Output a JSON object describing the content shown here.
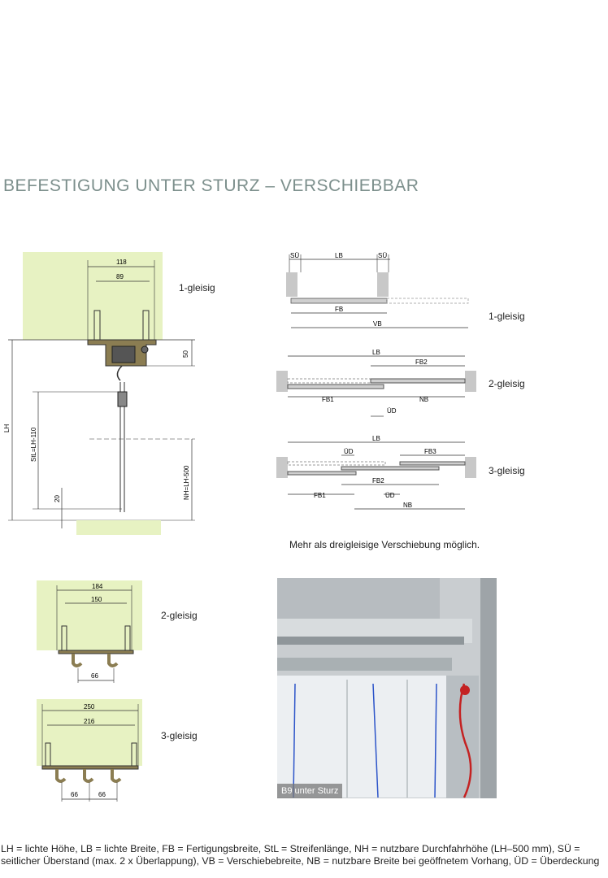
{
  "title": "BEFESTIGUNG UNTER STURZ – VERSCHIEBBAR",
  "labels": {
    "gleisig1": "1-gleisig",
    "gleisig2": "2-gleisig",
    "gleisig3": "3-gleisig"
  },
  "dims": {
    "d118": "118",
    "d89": "89",
    "d50": "50",
    "lh": "LH",
    "stl": "StL=LH-110",
    "nh": "NH=LH-500",
    "d20": "20",
    "d184": "184",
    "d150": "150",
    "d66": "66",
    "d250": "250",
    "d216": "216",
    "su": "SÜ",
    "lb": "LB",
    "fb": "FB",
    "vb": "VB",
    "fb1": "FB1",
    "fb2": "FB2",
    "fb3": "FB3",
    "nb": "NB",
    "ud": "ÜD"
  },
  "note": "Mehr als dreigleisige Verschiebung möglich.",
  "photo_caption": "B9 unter Sturz",
  "legend": "LH = lichte Höhe, LB = lichte Breite, FB = Fertigungsbreite, StL = Streifenlänge, NH = nutzbare Durchfahrhöhe (LH–500 mm), SÜ = seitlicher Überstand (max. 2 x Überlappung), VB = Verschiebebreite, NB = nutzbare Breite bei geöffnetem Vorhang, ÜD = Überdeckung",
  "colors": {
    "lintel": "#e7f2c2",
    "bracket": "#8b7d52",
    "dim_line": "#333333",
    "title": "#7c8f8c"
  }
}
